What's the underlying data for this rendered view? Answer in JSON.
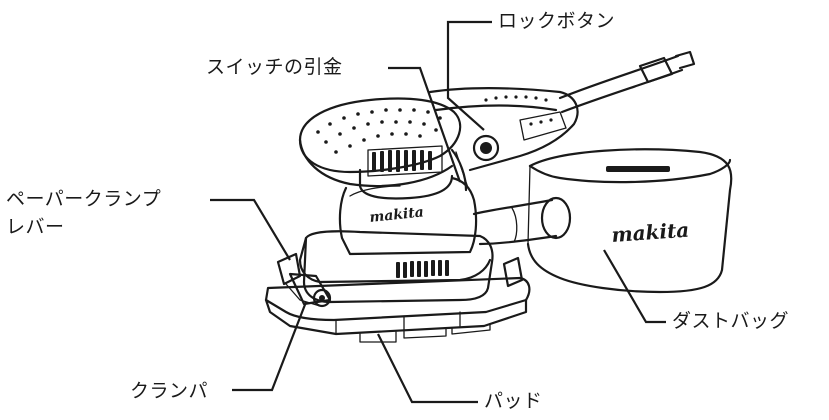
{
  "labels": {
    "lock_button": "ロックボタン",
    "switch_trigger": "スイッチの引金",
    "paper_clamp_lever_line1": "ペーパークランプ",
    "paper_clamp_lever_line2": "レバー",
    "dust_bag": "ダストバッグ",
    "clamper": "クランパ",
    "pad": "パッド"
  },
  "brand": {
    "body_logo": "makita",
    "bag_logo": "makita"
  },
  "colors": {
    "line": "#1a1a1a",
    "background": "#ffffff"
  }
}
